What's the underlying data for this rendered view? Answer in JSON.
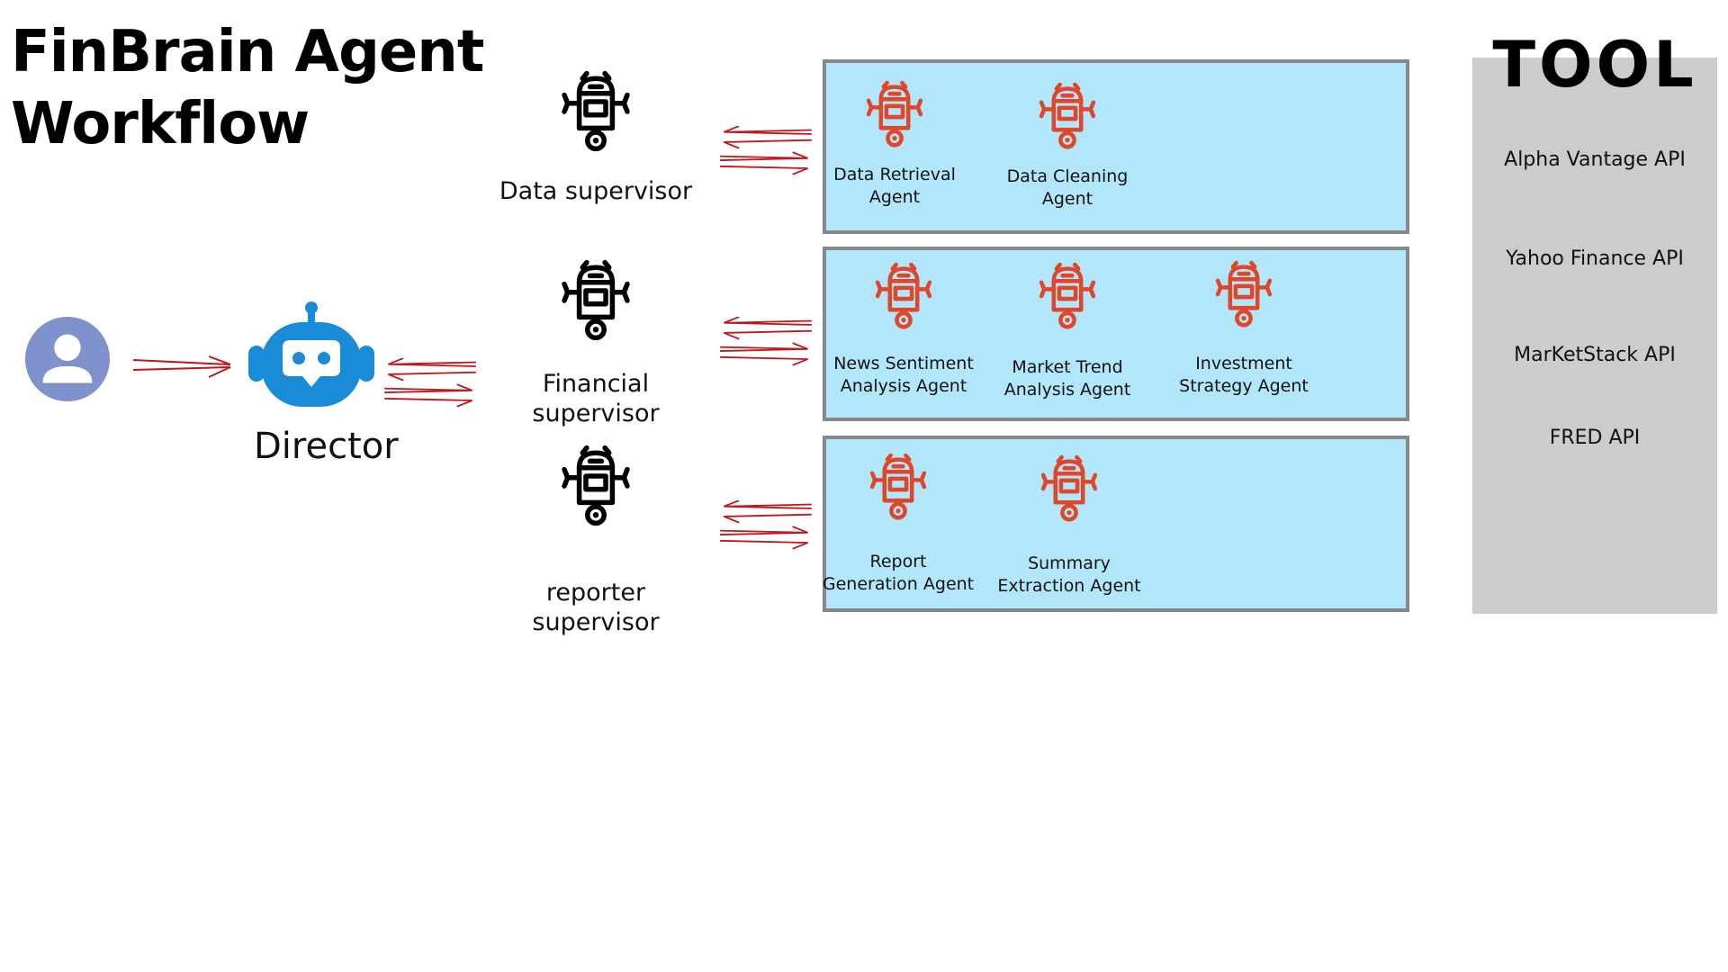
{
  "title_line1": "FinBrain Agent",
  "title_line2": "Workflow",
  "director": {
    "label": "Director"
  },
  "supervisors": [
    {
      "line1": "Data supervisor",
      "line2": ""
    },
    {
      "line1": "Financial",
      "line2": "supervisor"
    },
    {
      "line1": "reporter",
      "line2": "supervisor"
    }
  ],
  "groups": [
    {
      "agents": [
        {
          "line1": "Data Retrieval",
          "line2": "Agent"
        },
        {
          "line1": "Data Cleaning",
          "line2": "Agent"
        }
      ]
    },
    {
      "agents": [
        {
          "line1": "News Sentiment",
          "line2": "Analysis Agent"
        },
        {
          "line1": "Market Trend",
          "line2": "Analysis Agent"
        },
        {
          "line1": "Investment",
          "line2": "Strategy Agent"
        }
      ]
    },
    {
      "agents": [
        {
          "line1": "Report",
          "line2": "Generation Agent"
        },
        {
          "line1": "Summary",
          "line2": "Extraction Agent"
        }
      ]
    }
  ],
  "tool": {
    "title": "TOOL",
    "items": [
      "Alpha Vantage API",
      "Yahoo Finance API",
      "MarKetStack API",
      "FRED API"
    ]
  },
  "colors": {
    "arrow": "#c0161c",
    "agent_icon": "#e0472a",
    "director_icon": "#1a8bd6",
    "user_icon": "#7f92cc",
    "group_fill": "#b2e6fb",
    "group_border": "#878787",
    "tool_panel": "#cccccc"
  },
  "icons": {
    "user": "user-avatar-icon",
    "director": "chatbot-icon",
    "supervisor": "robot-icon",
    "agent": "robot-icon"
  }
}
